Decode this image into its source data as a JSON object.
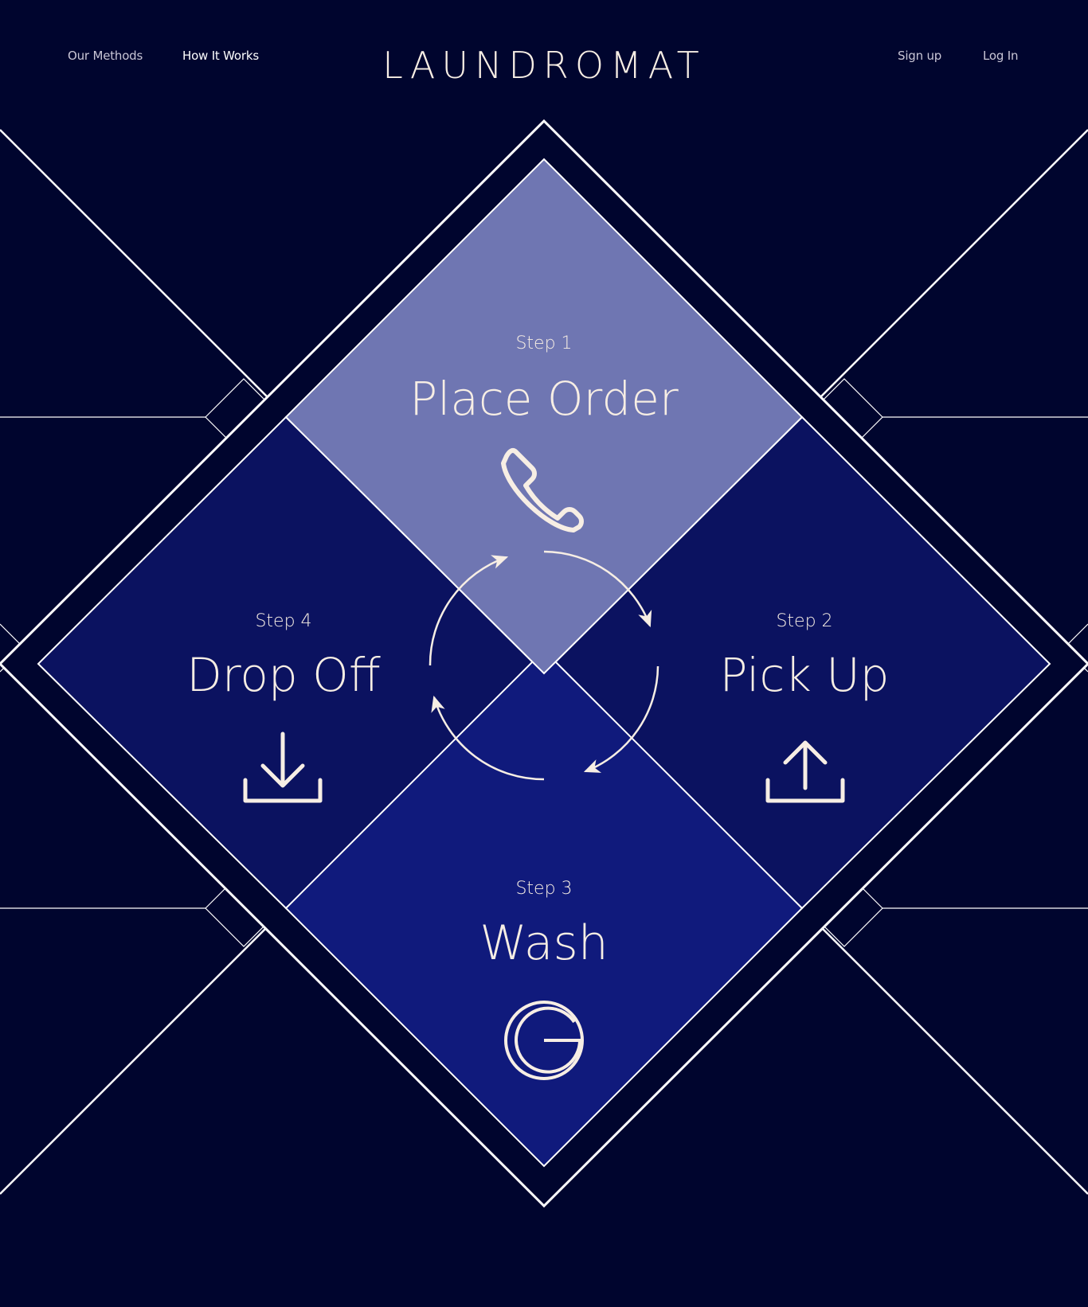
{
  "nav": {
    "left": [
      {
        "label": "Our Methods"
      },
      {
        "label": "How It Works"
      }
    ],
    "brand": "LAUNDROMAT",
    "right": [
      {
        "label": "Sign up"
      },
      {
        "label": "Log In"
      }
    ]
  },
  "steps": [
    {
      "number": "Step 1",
      "title": "Place Order",
      "icon": "phone-icon"
    },
    {
      "number": "Step 2",
      "title": "Pick Up",
      "icon": "upload-icon"
    },
    {
      "number": "Step 3",
      "title": "Wash",
      "icon": "wash-icon"
    },
    {
      "number": "Step 4",
      "title": "Drop Off",
      "icon": "download-icon"
    }
  ],
  "colors": {
    "background": "#00052e",
    "step1_fill": "#6f76b2",
    "step2_fill": "#0b1260",
    "step3_fill": "#101a7c",
    "step4_fill": "#0b1260",
    "line": "#ffffff",
    "text": "#f7eee4"
  }
}
